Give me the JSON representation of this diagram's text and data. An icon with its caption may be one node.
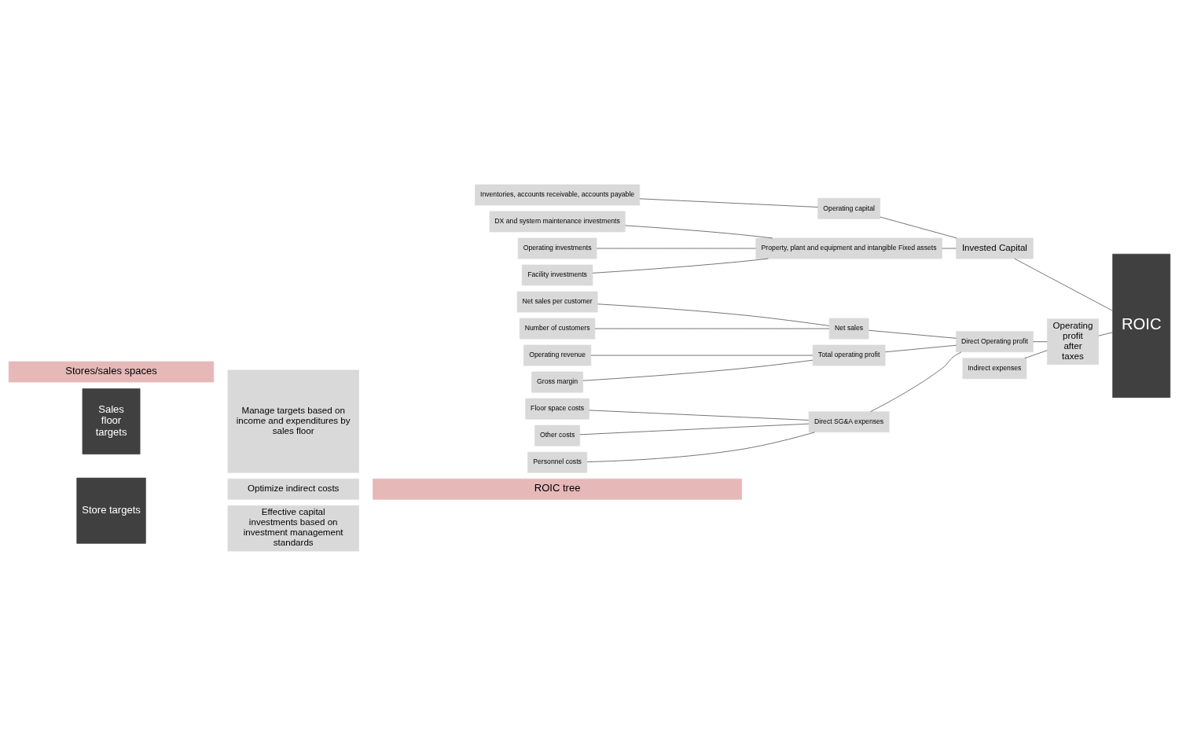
{
  "diagram": {
    "nodes": [
      {
        "text": [
          "Stores/sales spaces"
        ]
      },
      {
        "text": [
          "ROIC tree"
        ]
      },
      {
        "text": [
          "Sales floor targets"
        ]
      },
      {
        "text": [
          "Manage targets based on income and expenditures by sales floor"
        ]
      },
      {
        "text": [
          "Store targets"
        ]
      },
      {
        "text": [
          "Optimize indirect costs"
        ]
      },
      {
        "text": [
          "Effective capital investments based on investment management standards"
        ]
      },
      {
        "text": [
          "Number of customers"
        ]
      },
      {
        "text": [
          "Net sales per customer"
        ]
      },
      {
        "text": [
          "Net sales"
        ]
      },
      {
        "text": [
          "Gross margin"
        ]
      },
      {
        "text": [
          "Total operating profit"
        ]
      },
      {
        "text": [
          "Operating revenue"
        ]
      },
      {
        "text": [
          "Direct Operating profit"
        ]
      },
      {
        "text": [
          "Personnel costs"
        ]
      },
      {
        "text": [
          "Floor space costs"
        ]
      },
      {
        "text": [
          "Other costs"
        ]
      },
      {
        "text": [
          "Direct SG&A expenses"
        ]
      },
      {
        "text": [
          "Operating profit after taxes"
        ]
      },
      {
        "text": [
          "ROIC"
        ]
      },
      {
        "text": [
          "Indirect expenses"
        ]
      },
      {
        "text": [
          "Operating investments"
        ]
      },
      {
        "text": [
          "Facility investments"
        ]
      },
      {
        "text": [
          "DX and system maintenance investments"
        ]
      },
      {
        "text": [
          "Property, plant and equipment and intangible Fixed assets"
        ]
      },
      {
        "text": [
          "Invested Capital"
        ]
      },
      {
        "text": [
          "Inventories, accounts receivable, accounts payable"
        ]
      },
      {
        "text": [
          "Operating capital"
        ]
      }
    ],
    "edges": [
      {
        "from": 7,
        "to": 9,
        "arrow": "none"
      },
      {
        "from": 8,
        "to": 9,
        "arrow": "none"
      },
      {
        "from": 10,
        "to": 11,
        "arrow": "none"
      },
      {
        "from": 12,
        "to": 11,
        "arrow": "none"
      },
      {
        "from": 9,
        "to": 13,
        "arrow": "none"
      },
      {
        "from": 11,
        "to": 13,
        "arrow": "none"
      },
      {
        "from": 17,
        "to": 13,
        "arrow": "none"
      },
      {
        "from": 14,
        "to": 17,
        "arrow": "none"
      },
      {
        "from": 15,
        "to": 17,
        "arrow": "none"
      },
      {
        "from": 16,
        "to": 17,
        "arrow": "none"
      },
      {
        "from": 13,
        "to": 18,
        "arrow": "none"
      },
      {
        "from": 20,
        "to": 18,
        "arrow": "none"
      },
      {
        "from": 18,
        "to": 19,
        "arrow": "none"
      },
      {
        "from": 25,
        "to": 19,
        "arrow": "none"
      },
      {
        "from": 21,
        "to": 24,
        "arrow": "none"
      },
      {
        "from": 22,
        "to": 24,
        "arrow": "none"
      },
      {
        "from": 23,
        "to": 24,
        "arrow": "none"
      },
      {
        "from": 24,
        "to": 25,
        "arrow": "none"
      },
      {
        "from": 27,
        "to": 25,
        "arrow": "none"
      },
      {
        "from": 26,
        "to": 27,
        "arrow": "none"
      }
    ]
  }
}
